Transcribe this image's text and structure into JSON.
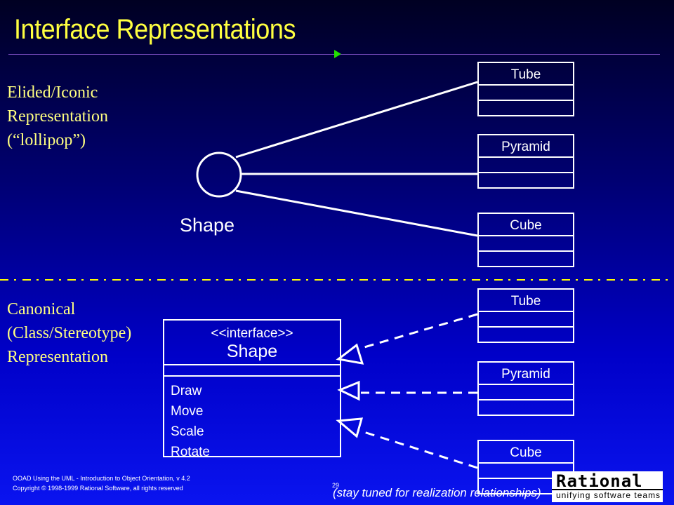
{
  "slide": {
    "title": "Interface Representations",
    "elided_text": [
      "Elided/Iconic",
      "Representation",
      "(“lollipop”)"
    ],
    "canonical_text": [
      "Canonical",
      "(Class/Stereotype)",
      "Representation"
    ],
    "colors": {
      "title": "#ffff40",
      "serif_text": "#ffff80",
      "divider": "#ffff00",
      "arrow": "#22e000"
    }
  },
  "elided": {
    "interface_name": "Shape",
    "classes": [
      "Tube",
      "Pyramid",
      "Cube"
    ]
  },
  "canonical": {
    "stereotype": "<<interface>>",
    "interface_name": "Shape",
    "operations": [
      "Draw",
      "Move",
      "Scale",
      "Rotate"
    ],
    "classes": [
      "Tube",
      "Pyramid",
      "Cube"
    ]
  },
  "footer": {
    "line1": "OOAD Using the UML - Introduction to Object Orientation, v 4.2",
    "line2": "Copyright © 1998-1999 Rational Software, all rights reserved",
    "page": "29",
    "note": "(stay tuned for realization relationships)",
    "logo_brand": "Rational",
    "logo_tagline": "unifying software teams"
  }
}
